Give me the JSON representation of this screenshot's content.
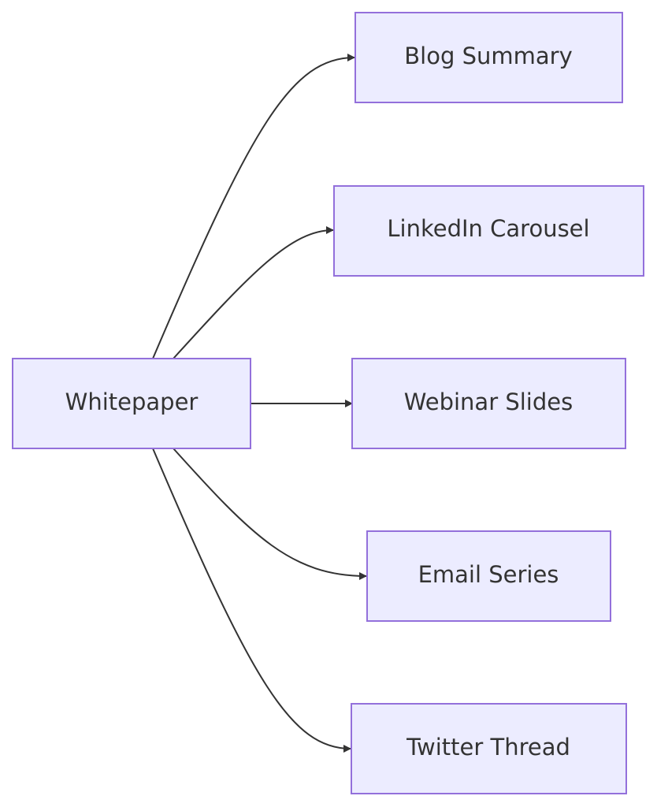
{
  "diagram": {
    "source_node": {
      "label": "Whitepaper"
    },
    "target_nodes": [
      {
        "label": "Blog Summary"
      },
      {
        "label": "LinkedIn Carousel"
      },
      {
        "label": "Webinar Slides"
      },
      {
        "label": "Email Series"
      },
      {
        "label": "Twitter Thread"
      }
    ],
    "colors": {
      "node_fill": "#ececff",
      "node_stroke": "#9370db",
      "edge": "#333333",
      "text": "#333333"
    }
  }
}
